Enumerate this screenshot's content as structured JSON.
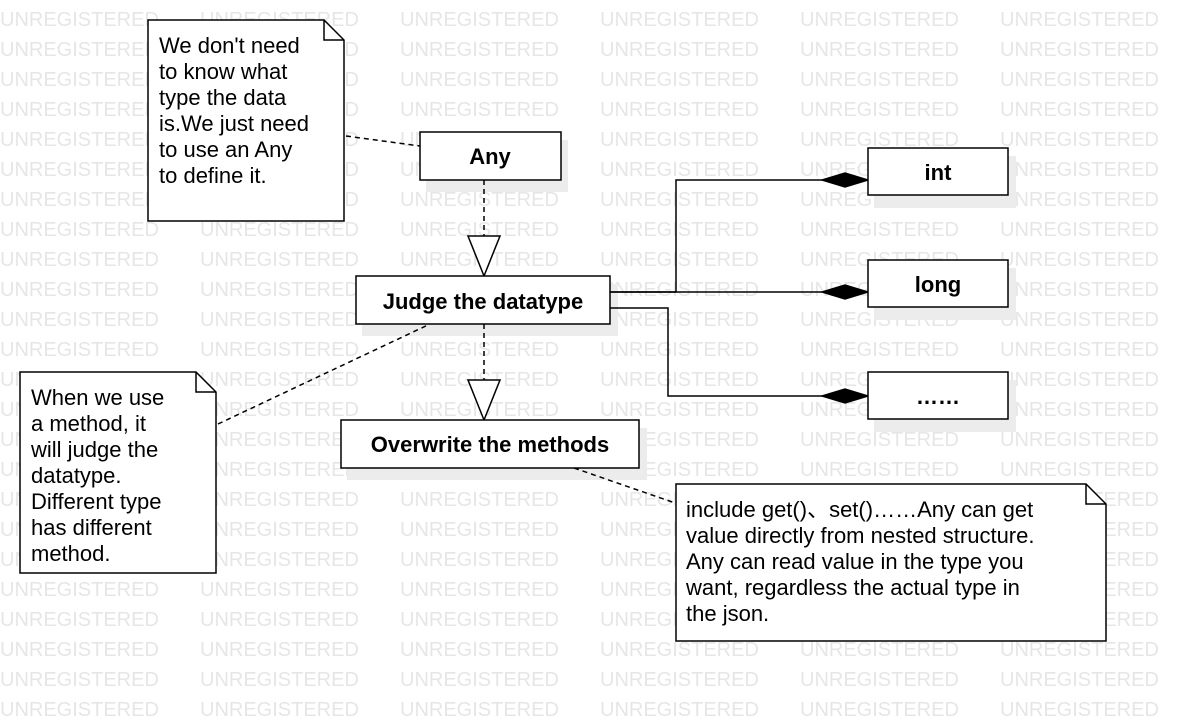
{
  "watermark": {
    "text": "UNREGISTERED"
  },
  "classes": {
    "any": "Any",
    "judge": "Judge the datatype",
    "overwrite": "Overwrite the methods",
    "int_type": "int",
    "long_type": "long",
    "more_types": "……"
  },
  "notes": {
    "any_note": [
      "We don't need",
      "to know what",
      "type the data",
      "is.We just need",
      "to use an Any",
      "to define it."
    ],
    "method_note": [
      "When we use",
      "a method, it",
      "will judge the",
      "datatype.",
      "Different type",
      "has different",
      "method."
    ],
    "overwrite_note": [
      "include get()、set()……Any can get",
      "value directly from nested structure.",
      "Any can read value in the type you",
      "want, regardless the actual type in",
      "the json."
    ]
  }
}
